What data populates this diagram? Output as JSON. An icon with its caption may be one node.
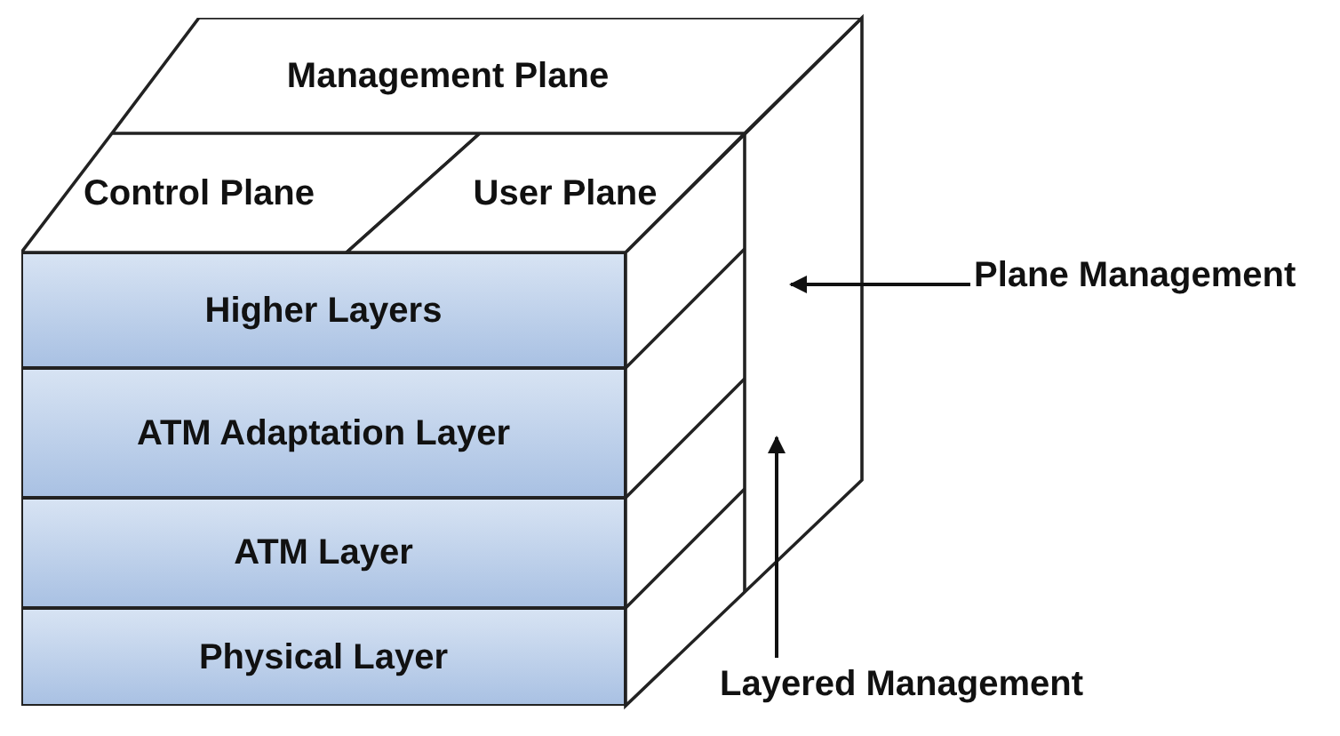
{
  "diagram": {
    "nodes": [
      {
        "text": [
          "Management Plane"
        ]
      },
      {
        "text": [
          "Control Plane"
        ]
      },
      {
        "text": [
          "User Plane"
        ]
      },
      {
        "text": [
          "Higher Layers"
        ]
      },
      {
        "text": [
          "ATM Adaptation Layer"
        ]
      },
      {
        "text": [
          "ATM Layer"
        ]
      },
      {
        "text": [
          "Physical Layer"
        ]
      },
      {
        "text": [
          "Plane Management"
        ]
      },
      {
        "text": [
          "Layered Management"
        ]
      }
    ],
    "edges": [
      {
        "from": 7,
        "to": null,
        "arrow": "to"
      },
      {
        "from": 8,
        "to": null,
        "arrow": "to"
      }
    ]
  }
}
